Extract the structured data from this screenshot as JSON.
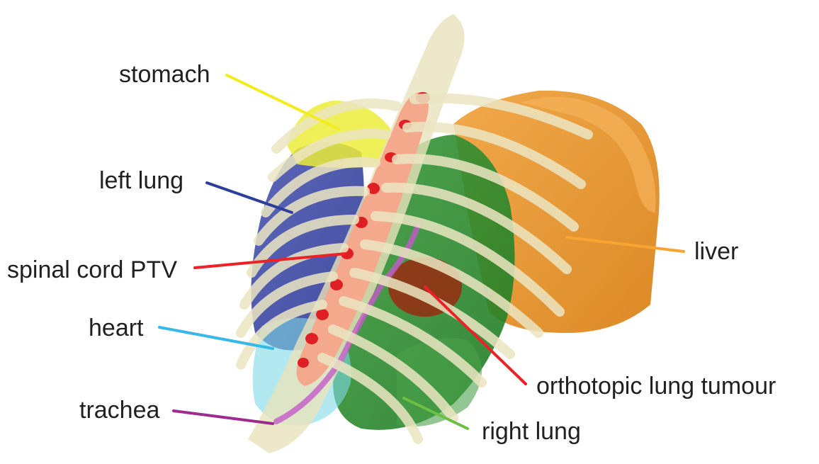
{
  "labels": {
    "stomach": "stomach",
    "left_lung": "left lung",
    "spinal_cord_ptv": "spinal cord PTV",
    "heart": "heart",
    "trachea": "trachea",
    "liver": "liver",
    "tumour": "orthotopic lung tumour",
    "right_lung": "right lung"
  },
  "colors": {
    "stomach": "#f2ec1d",
    "left_lung": "#2e3f9b",
    "spinal_cord_ptv": "#ec2227",
    "heart": "#37b8e8",
    "trachea": "#9d2a8e",
    "liver": "#f7a430",
    "tumour": "#ec2227",
    "right_lung": "#6cbf44",
    "bone": "#e8e2bc",
    "cord": "#f4a98c"
  }
}
